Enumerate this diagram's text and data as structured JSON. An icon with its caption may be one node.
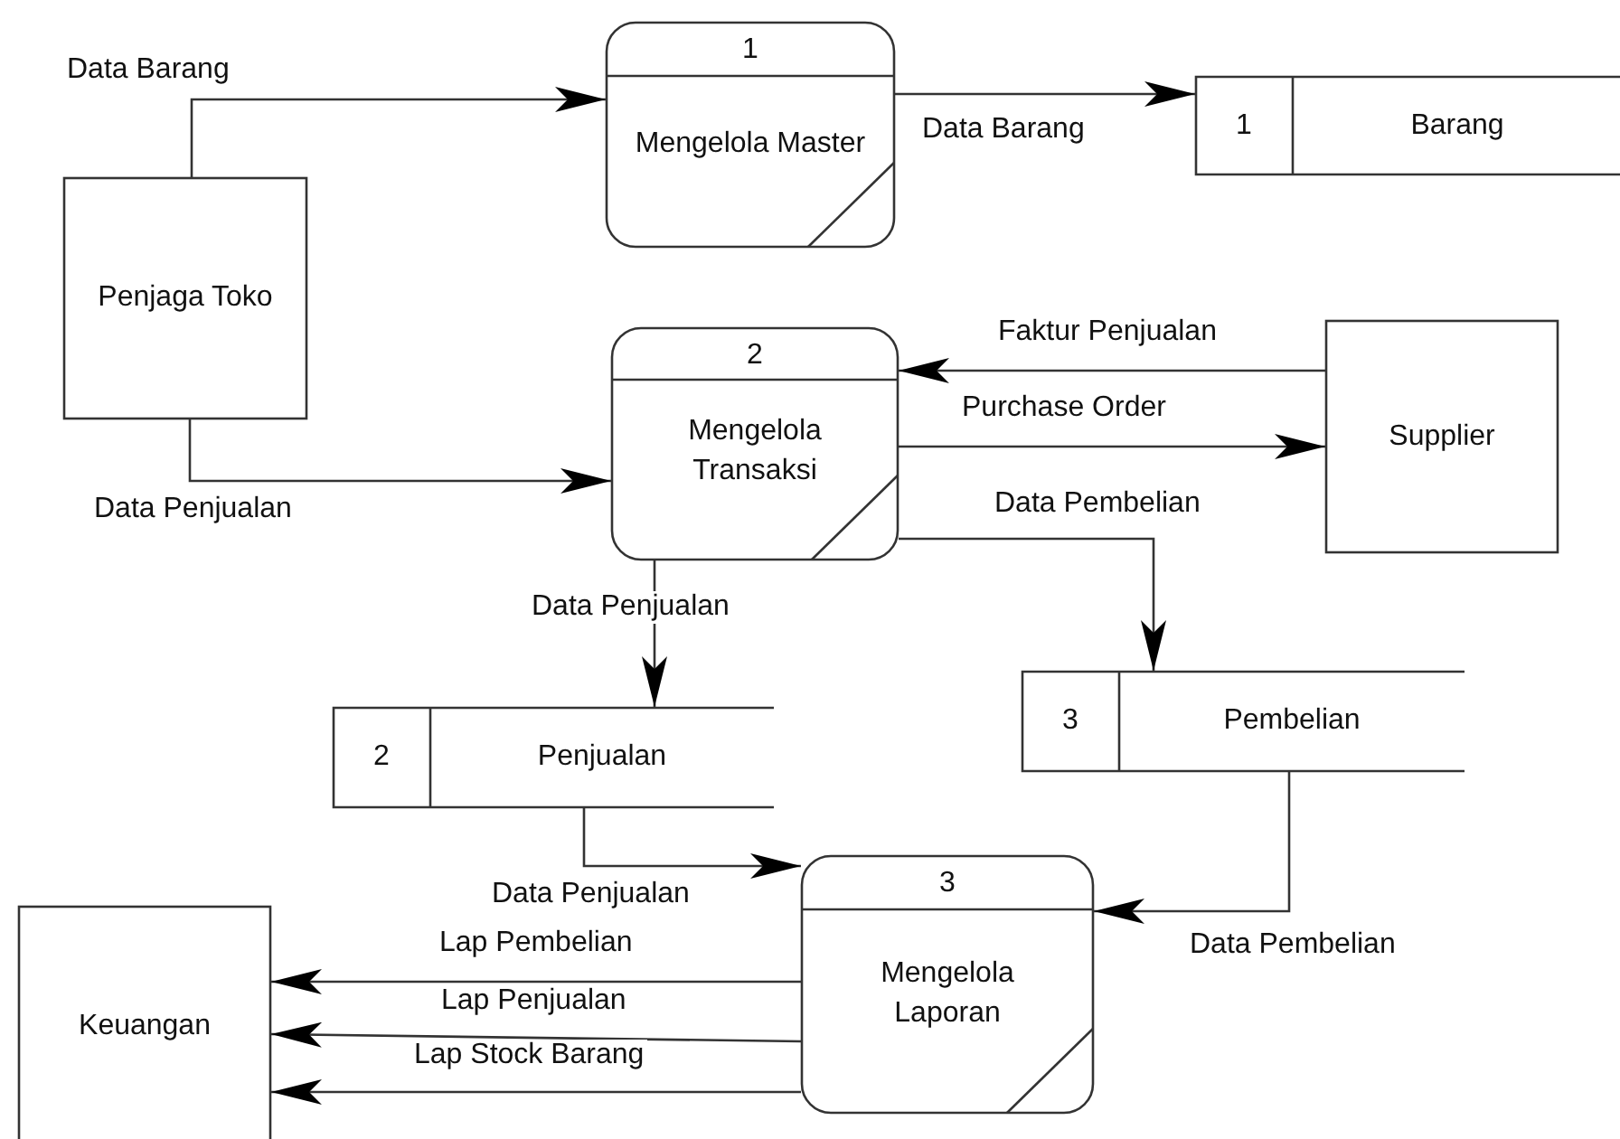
{
  "diagram": {
    "nodes": [
      {
        "text": [
          "Penjaga Toko"
        ]
      },
      {
        "text": [
          "1",
          "Mengelola Master"
        ]
      },
      {
        "text": [
          "1",
          "Barang"
        ]
      },
      {
        "text": [
          "2",
          "Mengelola Transaksi"
        ]
      },
      {
        "text": [
          "Supplier"
        ]
      },
      {
        "text": [
          "2",
          "Penjualan"
        ]
      },
      {
        "text": [
          "3",
          "Pembelian"
        ]
      },
      {
        "text": [
          "3",
          "Mengelola Laporan"
        ]
      },
      {
        "text": [
          "Keuangan"
        ]
      }
    ],
    "edges": [
      {
        "from": 0,
        "to": 1,
        "arrow": "to",
        "label": "Data Barang"
      },
      {
        "from": 1,
        "to": 2,
        "arrow": "to",
        "label": "Data Barang"
      },
      {
        "from": 0,
        "to": 3,
        "arrow": "to",
        "label": "Data Penjualan"
      },
      {
        "from": 4,
        "to": 3,
        "arrow": "to",
        "label": "Faktur Penjualan"
      },
      {
        "from": 3,
        "to": 4,
        "arrow": "to",
        "label": "Purchase Order"
      },
      {
        "from": 3,
        "to": 6,
        "arrow": "to",
        "label": "Data Pembelian"
      },
      {
        "from": 3,
        "to": 5,
        "arrow": "to",
        "label": "Data Penjualan"
      },
      {
        "from": 5,
        "to": 7,
        "arrow": "to",
        "label": "Data Penjualan"
      },
      {
        "from": 6,
        "to": 7,
        "arrow": "to",
        "label": "Data Pembelian"
      },
      {
        "from": 7,
        "to": 8,
        "arrow": "to",
        "label": "Lap Pembelian"
      },
      {
        "from": 7,
        "to": 8,
        "arrow": "to",
        "label": "Lap Penjualan"
      },
      {
        "from": 7,
        "to": 8,
        "arrow": "to",
        "label": "Lap Stock Barang"
      }
    ]
  }
}
